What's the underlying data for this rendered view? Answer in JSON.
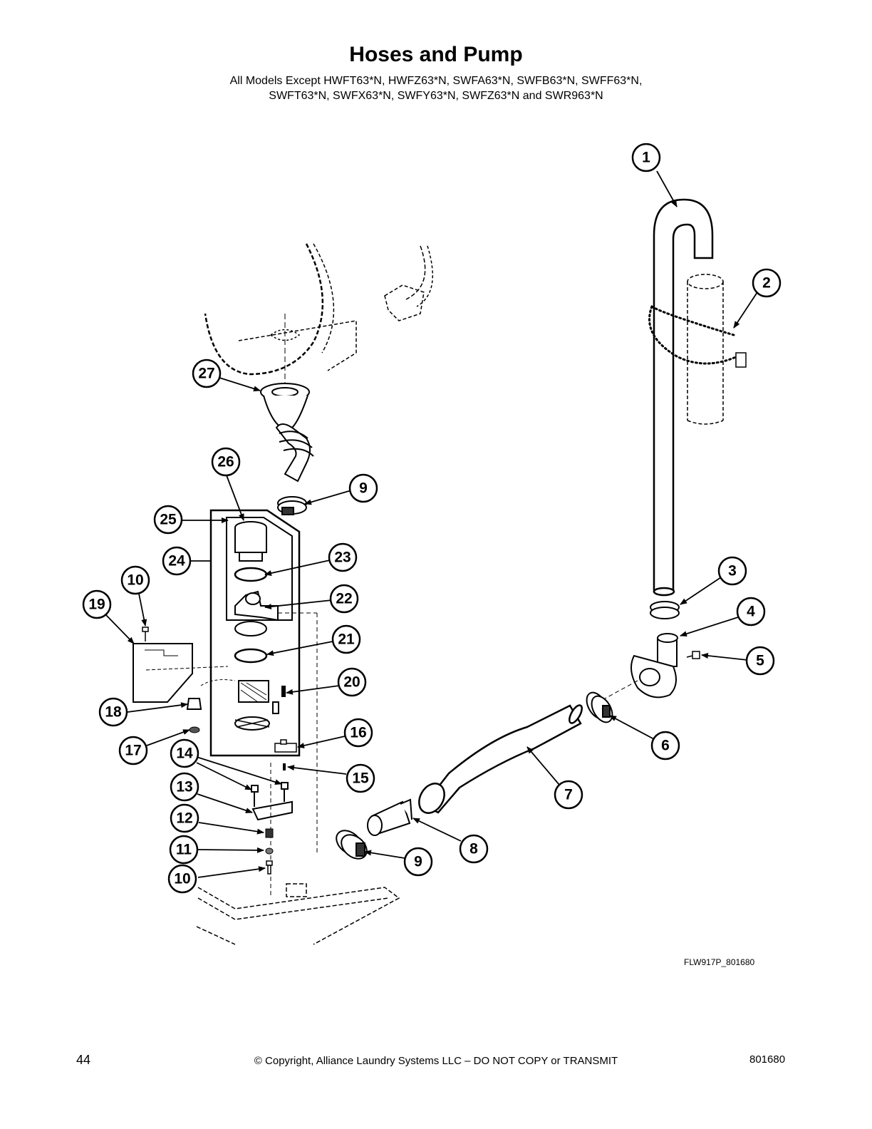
{
  "header": {
    "title": "Hoses and Pump",
    "subtitle_line1": "All Models Except HWFT63*N, HWFZ63*N, SWFA63*N, SWFB63*N, SWFF63*N,",
    "subtitle_line2": "SWFT63*N, SWFX63*N, SWFY63*N, SWFZ63*N and SWR963*N"
  },
  "callouts": [
    "1",
    "2",
    "3",
    "4",
    "5",
    "6",
    "7",
    "8",
    "9",
    "9",
    "10",
    "10",
    "11",
    "12",
    "13",
    "14",
    "15",
    "16",
    "17",
    "18",
    "19",
    "20",
    "21",
    "22",
    "23",
    "24",
    "25",
    "26",
    "27"
  ],
  "figure_code": "FLW917P_801680",
  "footer": {
    "page_number": "44",
    "copyright": "© Copyright, Alliance Laundry Systems LLC – DO NOT COPY or TRANSMIT",
    "document_number": "801680"
  }
}
